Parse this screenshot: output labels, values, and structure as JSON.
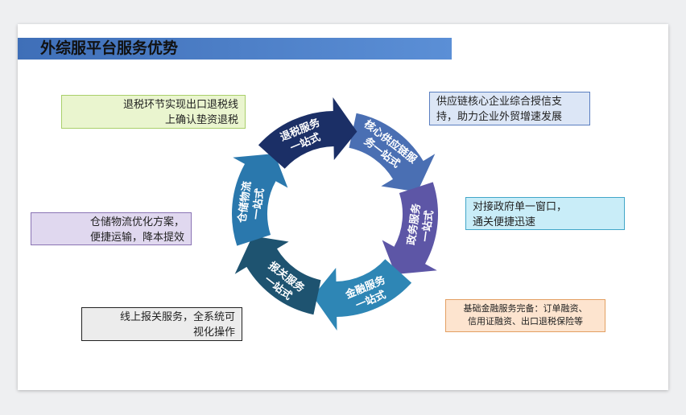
{
  "title": "外综服平台服务优势",
  "segments": [
    {
      "id": "supply-chain",
      "line1": "核心供应链服",
      "line2": "务一站式",
      "color": "#4a6fb3"
    },
    {
      "id": "government",
      "line1": "政务服务",
      "line2": "一站式",
      "color": "#5d56a6"
    },
    {
      "id": "finance",
      "line1": "金融服务",
      "line2": "一站式",
      "color": "#2e86b5"
    },
    {
      "id": "customs",
      "line1": "报关服务",
      "line2": "一站式",
      "color": "#1e5370"
    },
    {
      "id": "warehouse",
      "line1": "仓储物流",
      "line2": "一站式",
      "color": "#2a78ad"
    },
    {
      "id": "tax-refund",
      "line1": "退税服务",
      "line2": "一站式",
      "color": "#1b2f66"
    }
  ],
  "notes": {
    "tax_refund": [
      "退税环节实现出口退税线",
      "上确认垫资退税"
    ],
    "supply_chain": [
      "供应链核心企业综合授信支",
      "持，助力企业外贸增速发展"
    ],
    "warehouse": [
      "仓储物流优化方案，",
      "便捷运输，降本提效"
    ],
    "government": [
      "对接政府单一窗口，",
      "通关便捷迅速"
    ],
    "customs": [
      "线上报关服务，全系统可",
      "视化操作"
    ],
    "finance": [
      "基础金融服务完备：订单融资、",
      "信用证融资、出口退税保险等"
    ]
  }
}
